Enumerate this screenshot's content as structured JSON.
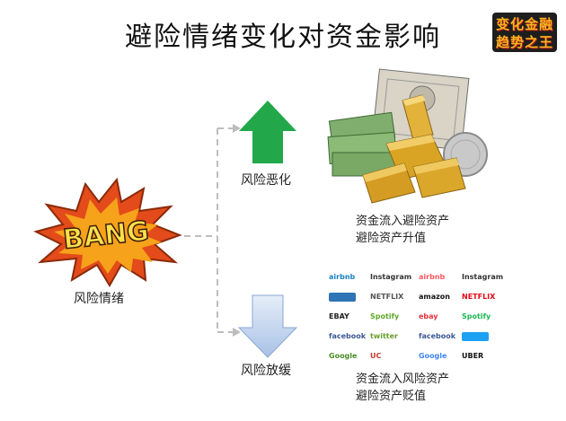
{
  "title": "避险情绪变化对资金影响",
  "logo": {
    "line1": "变化金融",
    "line2": "趋势之王"
  },
  "nodes": {
    "origin": {
      "label": "风险情绪",
      "burst_text": "BANG"
    },
    "up": {
      "label": "风险恶化",
      "caption_line1": "资金流入避险资产",
      "caption_line2": "避险资产升值"
    },
    "down": {
      "label": "风险放缓",
      "caption_line1": "资金流入风险资产",
      "caption_line2": "避险资产贬值"
    }
  },
  "risk_brands": [
    {
      "name": "airbnb",
      "color": "#1b82c4"
    },
    {
      "name": "Instagram",
      "color": "#333333"
    },
    {
      "name": "airbnb",
      "color": "#ff5a5f"
    },
    {
      "name": "Instagram",
      "color": "#333333"
    },
    {
      "name": "",
      "color": "#2f74b5"
    },
    {
      "name": "NETFLIX",
      "color": "#555555"
    },
    {
      "name": "amazon",
      "color": "#111111"
    },
    {
      "name": "NETFLIX",
      "color": "#e50914"
    },
    {
      "name": "EBAY",
      "color": "#222222"
    },
    {
      "name": "Spotify",
      "color": "#5fa829"
    },
    {
      "name": "ebay",
      "color": "#e53238"
    },
    {
      "name": "Spotify",
      "color": "#1db954"
    },
    {
      "name": "facebook",
      "color": "#3b5998"
    },
    {
      "name": "twitter",
      "color": "#6a9f2a"
    },
    {
      "name": "facebook",
      "color": "#3b5998"
    },
    {
      "name": "",
      "color": "#1da1f2"
    },
    {
      "name": "Google",
      "color": "#4c8c2a"
    },
    {
      "name": "UC",
      "color": "#c0392b"
    },
    {
      "name": "Google",
      "color": "#4285f4"
    },
    {
      "name": "UBER",
      "color": "#111111"
    }
  ],
  "colors": {
    "up_arrow": "#22a84a",
    "down_arrow": "#b9cde9",
    "connector": "#bdbdbd",
    "gold": "#d7a425"
  }
}
